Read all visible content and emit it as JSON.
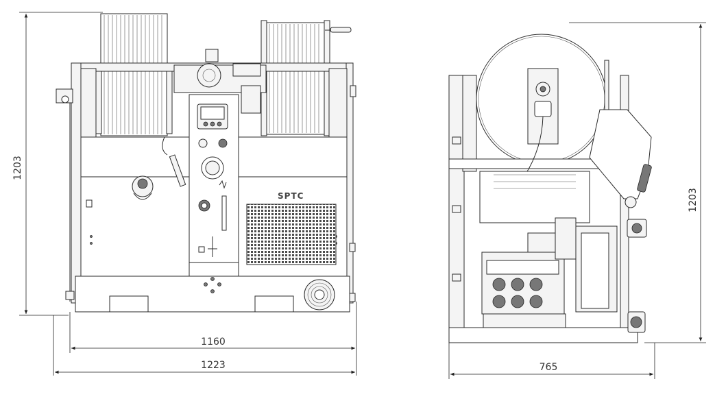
{
  "front_view": {
    "height_label": "1203",
    "inner_width_label": "1160",
    "outer_width_label": "1223",
    "brand_text": "SPTC"
  },
  "side_view": {
    "height_label": "1203",
    "width_label": "765"
  }
}
